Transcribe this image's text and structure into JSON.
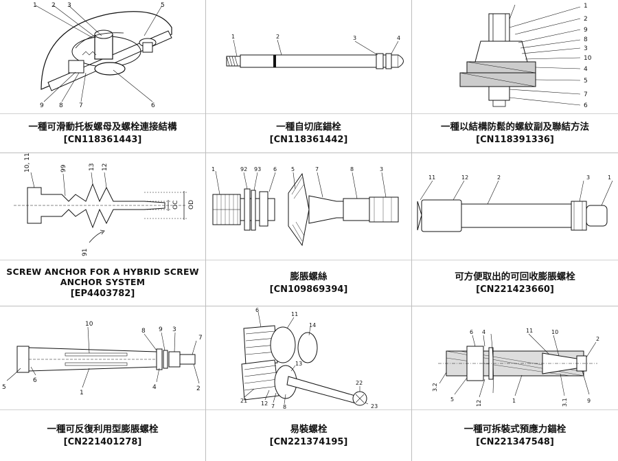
{
  "patents": [
    {
      "title": "一種可滑動托板螺母及螺栓連接結構",
      "number": "[CN118361443]"
    },
    {
      "title": "一種自切底錨栓",
      "number": "[CN118361442]"
    },
    {
      "title": "一種以結構防鬆的螺紋副及聯結方法",
      "number": "[CN118391336]"
    },
    {
      "title": "SCREW ANCHOR FOR A HYBRID SCREW ANCHOR SYSTEM",
      "number": "[EP4403782]"
    },
    {
      "title": "膨脹螺絲",
      "number": "[CN109869394]"
    },
    {
      "title": "可方便取出的可回收膨脹螺栓",
      "number": "[CN221423660]"
    },
    {
      "title": "一種可反復利用型膨脹螺栓",
      "number": "[CN221401278]"
    },
    {
      "title": "易裝螺栓",
      "number": "[CN221374195]"
    },
    {
      "title": "一種可拆裝式預應力錨栓",
      "number": "[CN221347548]"
    }
  ],
  "labels": {
    "p1": [
      "1",
      "2",
      "3",
      "5",
      "9",
      "8",
      "7",
      "6"
    ],
    "p2": [
      "1",
      "2",
      "3",
      "4"
    ],
    "p3": [
      "1",
      "2",
      "9",
      "8",
      "3",
      "10",
      "4",
      "5",
      "7",
      "6"
    ],
    "p4": [
      "10, 11",
      "99",
      "13",
      "12",
      "OC",
      "OD",
      "91"
    ],
    "p5": [
      "1",
      "92",
      "93",
      "6",
      "5",
      "7",
      "8",
      "3"
    ],
    "p6": [
      "11",
      "12",
      "2",
      "3",
      "1"
    ],
    "p7": [
      "10",
      "8",
      "9",
      "3",
      "7",
      "5",
      "6",
      "1",
      "4",
      "2"
    ],
    "p8": [
      "6",
      "11",
      "14",
      "13",
      "21",
      "12",
      "7",
      "8",
      "22",
      "23"
    ],
    "p9": [
      "6",
      "4",
      "11",
      "10",
      "2",
      "3.2",
      "5",
      "12",
      "1",
      "3.1",
      "9"
    ]
  }
}
